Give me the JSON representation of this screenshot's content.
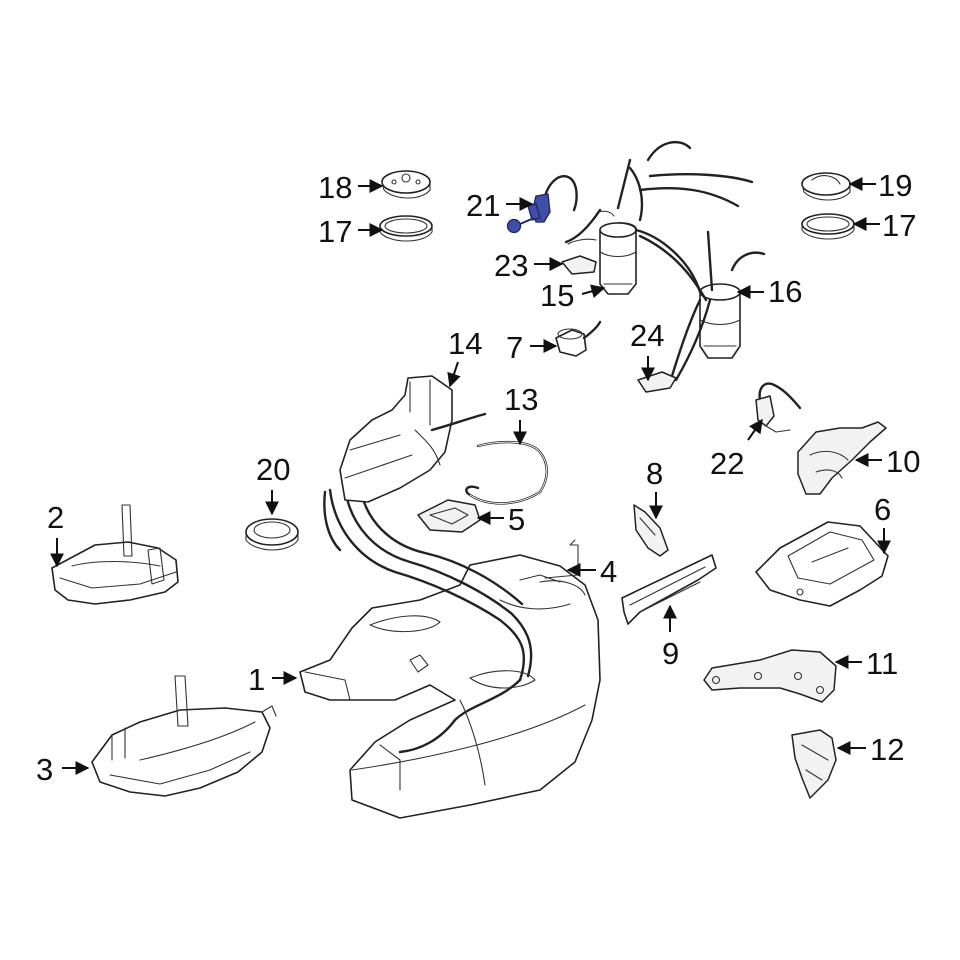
{
  "diagram": {
    "highlight_color": "#3f4fa8",
    "line_color": "#222222",
    "background": "#ffffff",
    "callouts": [
      {
        "id": "c1",
        "label": "1"
      },
      {
        "id": "c2",
        "label": "2"
      },
      {
        "id": "c3",
        "label": "3"
      },
      {
        "id": "c4",
        "label": "4"
      },
      {
        "id": "c5",
        "label": "5"
      },
      {
        "id": "c6",
        "label": "6"
      },
      {
        "id": "c7",
        "label": "7"
      },
      {
        "id": "c8",
        "label": "8"
      },
      {
        "id": "c9",
        "label": "9"
      },
      {
        "id": "c10",
        "label": "10"
      },
      {
        "id": "c11",
        "label": "11"
      },
      {
        "id": "c12",
        "label": "12"
      },
      {
        "id": "c13",
        "label": "13"
      },
      {
        "id": "c14",
        "label": "14"
      },
      {
        "id": "c15",
        "label": "15"
      },
      {
        "id": "c16",
        "label": "16"
      },
      {
        "id": "c17a",
        "label": "17"
      },
      {
        "id": "c17b",
        "label": "17"
      },
      {
        "id": "c18",
        "label": "18"
      },
      {
        "id": "c19",
        "label": "19"
      },
      {
        "id": "c20",
        "label": "20"
      },
      {
        "id": "c21",
        "label": "21"
      },
      {
        "id": "c22",
        "label": "22"
      },
      {
        "id": "c23",
        "label": "23"
      },
      {
        "id": "c24",
        "label": "24"
      }
    ]
  }
}
